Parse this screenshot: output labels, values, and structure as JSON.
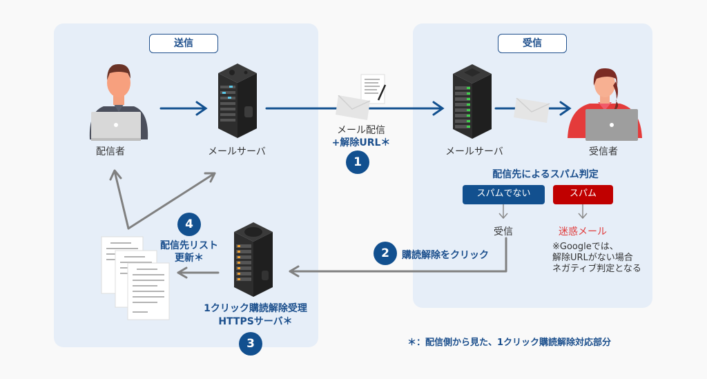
{
  "panels": {
    "send": {
      "tag": "送信"
    },
    "receive": {
      "tag": "受信"
    }
  },
  "actors": {
    "sender": "配信者",
    "send_server": "メールサーバ",
    "recv_server": "メールサーバ",
    "receiver": "受信者"
  },
  "transit": {
    "line1": "メール配信",
    "line2": "+解除URL＊"
  },
  "spam": {
    "title": "配信先によるスパム判定",
    "not_spam_button": "スパムでない",
    "spam_button": "スパム",
    "not_spam_result": "受信",
    "spam_result": "迷惑メール",
    "note_lines": [
      "※Googleでは、",
      "解除URLがない場合",
      "ネガティブ判定となる"
    ]
  },
  "steps": [
    {
      "number": "1"
    },
    {
      "number": "2",
      "label": "購読解除をクリック"
    },
    {
      "number": "3",
      "label_lines": [
        "1クリック購読解除受理",
        "HTTPSサーバ＊"
      ]
    },
    {
      "number": "4",
      "label_lines": [
        "配信先リスト",
        "更新＊"
      ]
    }
  ],
  "footnote": "＊：配信側から見た、1クリック購読解除対応部分",
  "colors": {
    "panel_bg": "#e6eef8",
    "accent_blue": "#12508f",
    "spam_red": "#c00000",
    "spam_text_red": "#e03a3a",
    "arrow_gray": "#808080"
  }
}
